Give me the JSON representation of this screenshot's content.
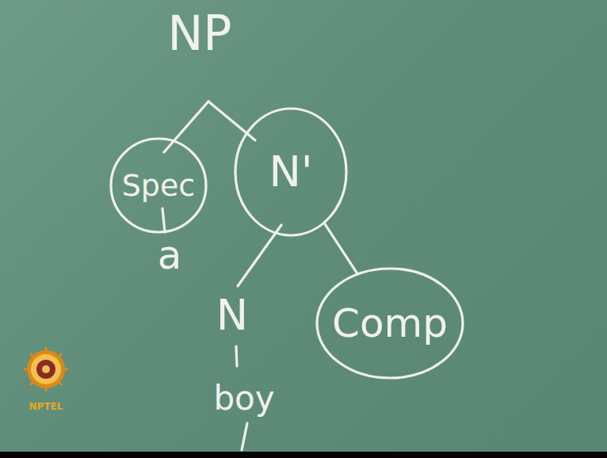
{
  "diagram": {
    "nodes": [
      {
        "text": [
          "Spec"
        ]
      },
      {
        "text": [
          "N'"
        ]
      },
      {
        "text": [
          "Comp"
        ]
      }
    ],
    "edges": [
      {
        "from": 1,
        "to": 2,
        "arrow": "none"
      }
    ],
    "labels": [
      "NP",
      "a",
      "N",
      "boy",
      "NPTEL"
    ]
  }
}
